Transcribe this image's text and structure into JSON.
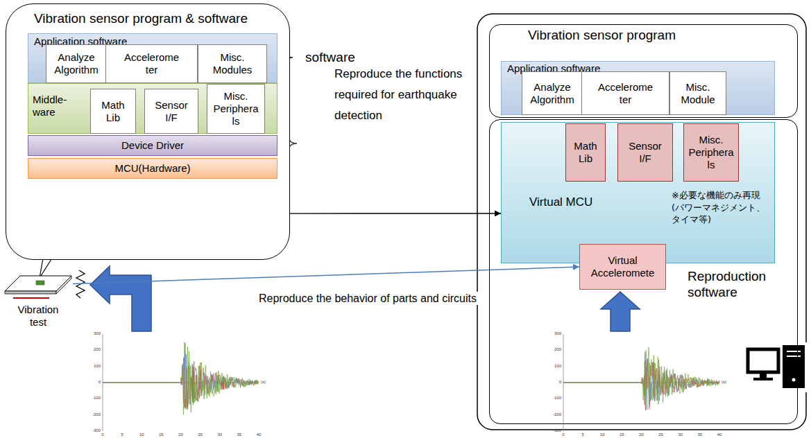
{
  "diagram": {
    "nodes": [
      {
        "text": [
          "Vibration sensor program & software"
        ]
      },
      {
        "text": [
          "Application software"
        ],
        "in": 0
      },
      {
        "text": [
          "Analyze Algorithm"
        ],
        "in": 1
      },
      {
        "text": [
          "Accelerome ter"
        ],
        "in": 1
      },
      {
        "text": [
          "Misc. Modules"
        ],
        "in": 1
      },
      {
        "text": [
          "Middle- ware"
        ],
        "in": 0
      },
      {
        "text": [
          "Math Lib"
        ],
        "in": 5
      },
      {
        "text": [
          "Sensor I/F"
        ],
        "in": 5
      },
      {
        "text": [
          "Misc. Periphera ls"
        ],
        "in": 5
      },
      {
        "text": [
          "Device Driver"
        ],
        "in": 0
      },
      {
        "text": [
          "MCU(Hardware)"
        ],
        "in": 0
      },
      {
        "text": [
          "Vibration sensor program"
        ]
      },
      {
        "text": [
          "Application software"
        ],
        "in": 11
      },
      {
        "text": [
          "Analyze Algorithm"
        ],
        "in": 12
      },
      {
        "text": [
          "Accelerome ter"
        ],
        "in": 12
      },
      {
        "text": [
          "Misc. Module"
        ],
        "in": 12
      },
      {
        "text": [
          "Reproduction software"
        ]
      },
      {
        "text": [
          "Virtual MCU",
          "※必要な機能のみ再現 (パワーマネジメント、 タイマ等)"
        ],
        "in": 16
      },
      {
        "text": [
          "Math Lib"
        ],
        "in": 17
      },
      {
        "text": [
          "Sensor I/F"
        ],
        "in": 17
      },
      {
        "text": [
          "Misc. Periphera ls"
        ],
        "in": 17
      },
      {
        "text": [
          "Virtual Acceleromete"
        ],
        "in": 16
      },
      {
        "text": [
          "Vibration test"
        ]
      }
    ],
    "edges": [
      {
        "from": 0,
        "to": 17,
        "arrow": "to"
      },
      {
        "from": 22,
        "to": 21,
        "arrow": "to",
        "label": "Reproduce the behavior of parts and circuits"
      }
    ],
    "labels": [
      "software",
      "Reproduce the functions required for earthquake detection",
      "300",
      "200",
      "100",
      "0",
      "-100",
      "-200",
      "-300",
      "0",
      "5",
      "10",
      "15",
      "20",
      "25",
      "30",
      "35",
      "40",
      "(s)",
      "300",
      "200",
      "100",
      "0",
      "-100",
      "-200",
      "-300",
      "0",
      "5",
      "10",
      "15",
      "20",
      "25",
      "30",
      "35",
      "40",
      "(s)"
    ]
  }
}
